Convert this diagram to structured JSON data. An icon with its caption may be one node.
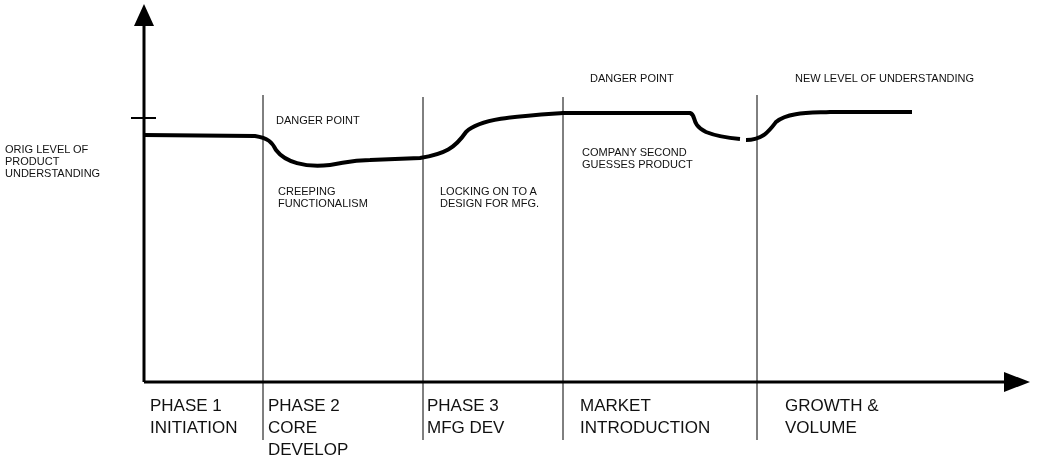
{
  "diagram": {
    "labels": [
      "ORIG LEVEL OF PRODUCT UNDERSTANDING",
      "DANGER POINT",
      "CREEPING FUNCTIONALISM",
      "LOCKING ON TO A DESIGN FOR MFG.",
      "DANGER POINT",
      "COMPANY SECOND GUESSES PRODUCT",
      "NEW LEVEL OF UNDERSTANDING",
      "PHASE 1 INITIATION",
      "PHASE 2 CORE DEVELOP",
      "PHASE 3 MFG DEV",
      "MARKET INTRODUCTION",
      "GROWTH & VOLUME"
    ]
  }
}
